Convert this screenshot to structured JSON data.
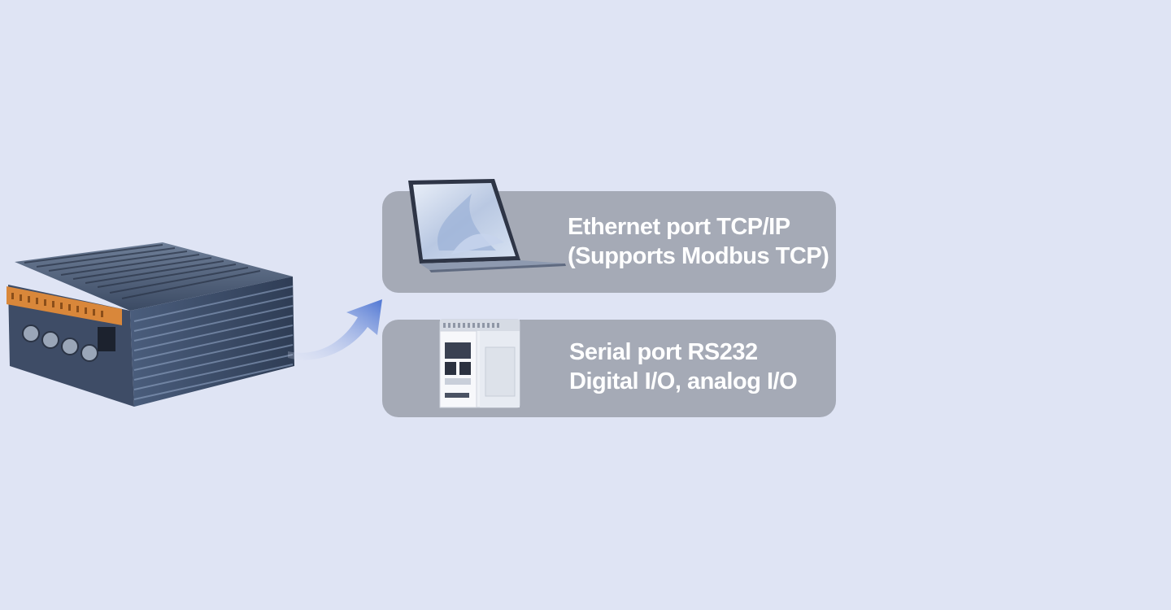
{
  "colors": {
    "background": "#dfe4f4",
    "card": "#a5aab6",
    "card_text": "#ffffff",
    "arrow": "#5b7fd6",
    "terminal_orange": "#d9873a",
    "heatsink": "#3d4f6b"
  },
  "connections": [
    {
      "icon": "laptop-icon",
      "line1": "Ethernet port TCP/IP",
      "line2": "(Supports Modbus TCP)"
    },
    {
      "icon": "plc-module-icon",
      "line1": "Serial port RS232",
      "line2": "Digital I/O, analog I/O"
    }
  ]
}
